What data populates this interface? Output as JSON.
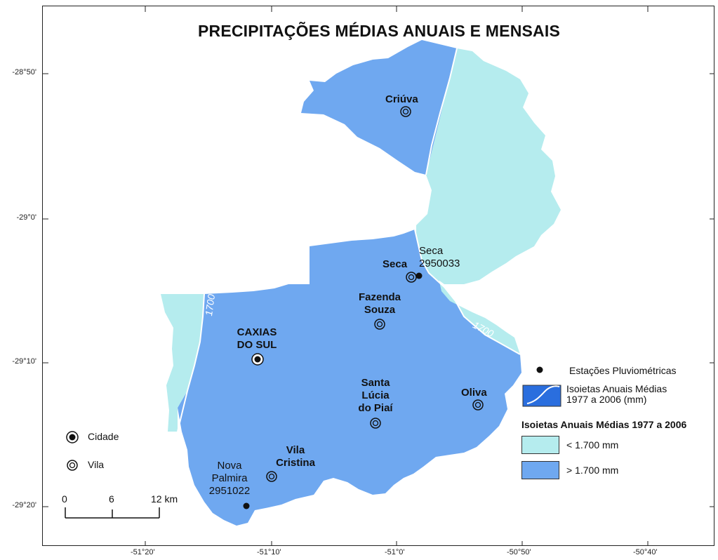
{
  "title": "PRECIPITAÇÕES MÉDIAS ANUAIS E MENSAIS",
  "colors": {
    "low": "#b5ecee",
    "high": "#6fa8f0",
    "isoline": "#ffffff",
    "iso_legend_fill": "#2a6ede"
  },
  "axes": {
    "lat_ticks": [
      "-28°50'",
      "-29°0'",
      "-29°10'",
      "-29°20'"
    ],
    "lon_ticks": [
      "-51°20'",
      "-51°10'",
      "-51°0'",
      "-50°50'",
      "-50°40'"
    ]
  },
  "places": {
    "criuva": "Criúva",
    "seca": "Seca",
    "seca_station": [
      "Seca",
      "2950033"
    ],
    "fazenda": [
      "Fazenda",
      "Souza"
    ],
    "caxias": [
      "CAXIAS",
      "DO SUL"
    ],
    "santa_lucia": [
      "Santa",
      "Lúcia",
      "do Piaí"
    ],
    "oliva": "Oliva",
    "vila_cristina": [
      "Vila",
      "Cristina"
    ],
    "nova_palmira": [
      "Nova",
      "Palmira",
      "2951022"
    ]
  },
  "isoline_labels": [
    "1700",
    "1700"
  ],
  "legend": {
    "stations": "Estações Pluviométricas",
    "isoline": [
      "Isoietas Anuais Médias",
      "1977 a 2006 (mm)"
    ],
    "section_title": "Isoietas Anuais Médias 1977 a 2006",
    "low": "< 1.700 mm",
    "high": "> 1.700 mm",
    "cidade": "Cidade",
    "vila": "Vila"
  },
  "scale": {
    "labels": [
      "0",
      "6",
      "12 km"
    ]
  }
}
